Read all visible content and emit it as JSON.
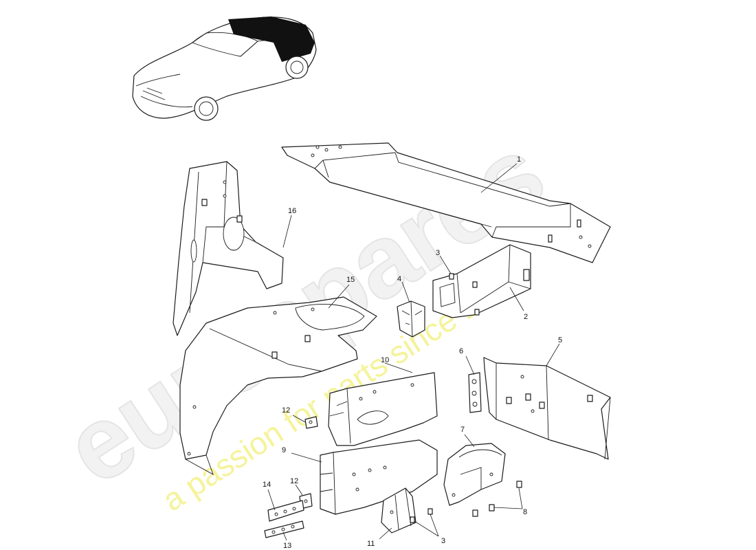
{
  "watermark": {
    "brand": "eurospares",
    "tagline": "a passion for parts since 1985",
    "tagline_color": "#f2f07a"
  },
  "callouts": [
    {
      "id": "1",
      "label": "1"
    },
    {
      "id": "2",
      "label": "2"
    },
    {
      "id": "3a",
      "label": "3"
    },
    {
      "id": "3b",
      "label": "3"
    },
    {
      "id": "4",
      "label": "4"
    },
    {
      "id": "5",
      "label": "5"
    },
    {
      "id": "6",
      "label": "6"
    },
    {
      "id": "7",
      "label": "7"
    },
    {
      "id": "8",
      "label": "8"
    },
    {
      "id": "9",
      "label": "9"
    },
    {
      "id": "10",
      "label": "10"
    },
    {
      "id": "11",
      "label": "11"
    },
    {
      "id": "12a",
      "label": "12"
    },
    {
      "id": "12b",
      "label": "12"
    },
    {
      "id": "13",
      "label": "13"
    },
    {
      "id": "14",
      "label": "14"
    },
    {
      "id": "15",
      "label": "15"
    },
    {
      "id": "16",
      "label": "16"
    }
  ]
}
